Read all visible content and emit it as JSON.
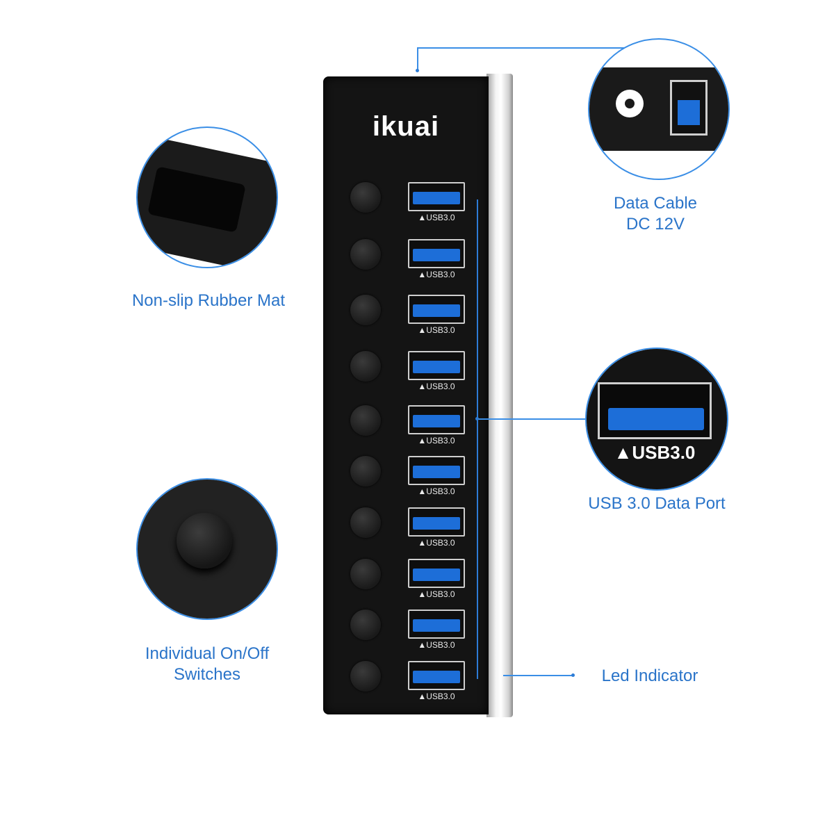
{
  "brand": "ikuai",
  "ports": [
    {
      "label": "▲USB3.0"
    },
    {
      "label": "▲USB3.0"
    },
    {
      "label": "▲USB3.0"
    },
    {
      "label": "▲USB3.0"
    },
    {
      "label": "▲USB3.0"
    },
    {
      "label": "▲USB3.0"
    },
    {
      "label": "▲USB3.0"
    },
    {
      "label": "▲USB3.0"
    },
    {
      "label": "▲USB3.0"
    },
    {
      "label": "▲USB3.0"
    }
  ],
  "callouts": {
    "rubber_mat": "Non-slip Rubber Mat",
    "data_cable_line1": "Data Cable",
    "data_cable_line2": "DC 12V",
    "usb_port": "USB 3.0 Data Port",
    "usb_port_zoom_label": "▲USB3.0",
    "switches_line1": "Individual On/Off",
    "switches_line2": "Switches",
    "led": "Led Indicator"
  },
  "colors": {
    "accent": "#2a74c9",
    "usb_blue": "#1d6ed8",
    "hub_black": "#141414"
  }
}
